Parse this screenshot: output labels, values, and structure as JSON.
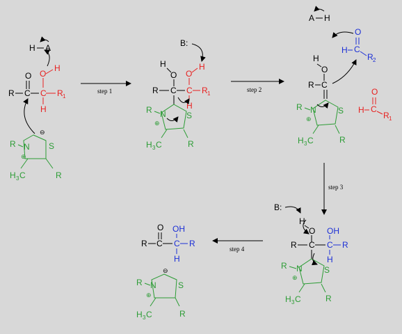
{
  "colors": {
    "background": "#d8d8d8",
    "black": "#000000",
    "red": "#e8201f",
    "green": "#2c9c35",
    "blue": "#1c2fd6"
  },
  "steps": {
    "step1": "step 1",
    "step2": "step 2",
    "step3": "step 3",
    "step4": "step 4"
  },
  "atoms": {
    "O": "O",
    "H": "H",
    "C": "C",
    "R": "R",
    "S": "S",
    "N": "N",
    "A": "A",
    "HO": "HO",
    "OH": "OH",
    "B": "B:",
    "R1": "R",
    "one": "1",
    "R2": "R",
    "two": "2",
    "H3C": "H",
    "three": "3",
    "Cpart": "C",
    "plus": "⊕",
    "minus": "⊖"
  }
}
